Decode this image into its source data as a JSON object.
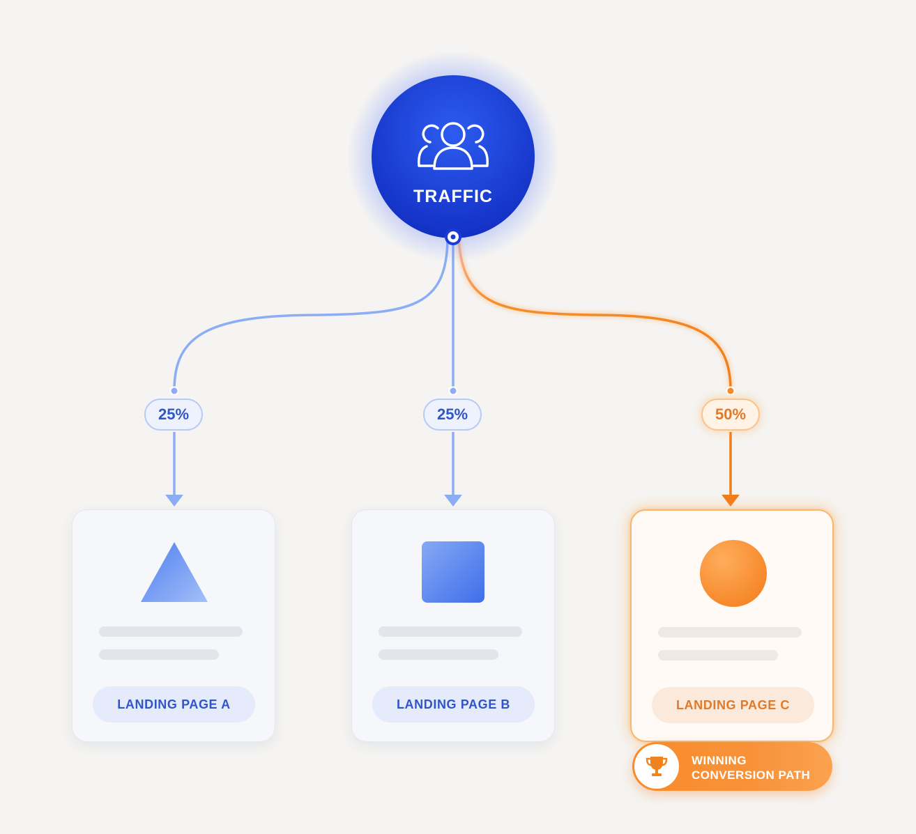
{
  "traffic": {
    "label": "TRAFFIC",
    "icon": "users-group-icon",
    "color": "#1f45d8"
  },
  "splits": [
    {
      "percent": "25%",
      "color": "#8cacf3"
    },
    {
      "percent": "25%",
      "color": "#8cacf3"
    },
    {
      "percent": "50%",
      "color": "#f58a2b"
    }
  ],
  "pages": [
    {
      "label": "LANDING PAGE A",
      "shape": "triangle",
      "color": "#4f7ef0"
    },
    {
      "label": "LANDING PAGE B",
      "shape": "square",
      "color": "#4a78ec"
    },
    {
      "label": "LANDING PAGE C",
      "shape": "circle",
      "color": "#f37a17"
    }
  ],
  "winner_badge": {
    "line1": "WINNING",
    "line2": "CONVERSION PATH",
    "icon": "trophy-icon",
    "color": "#f98b29"
  }
}
